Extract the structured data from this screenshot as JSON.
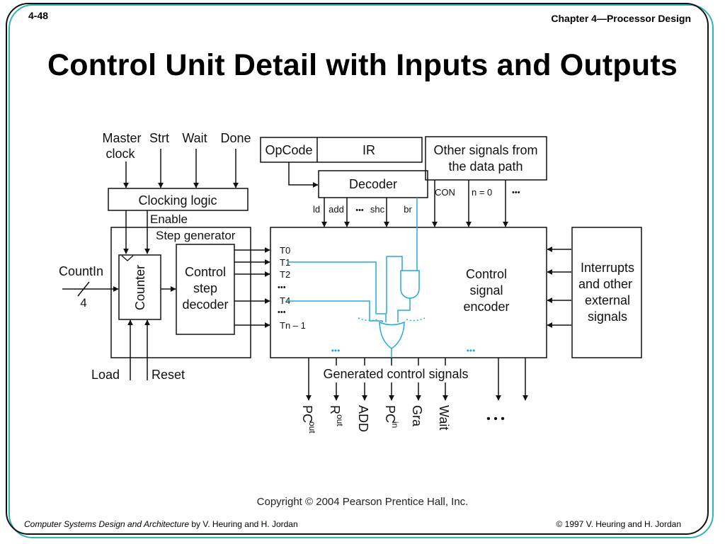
{
  "slide": {
    "number": "4-48",
    "chapter": "Chapter 4—Processor Design",
    "title": "Control Unit Detail with Inputs and Outputs",
    "copyright": "Copyright © 2004 Pearson Prentice Hall, Inc.",
    "footer_book": "Computer Systems Design and Architecture",
    "footer_authors": " by V. Heuring and H. Jordan",
    "footer_right": "© 1997 V. Heuring and H. Jordan"
  },
  "diagram": {
    "top_inputs": [
      "Master",
      "clock",
      "Strt",
      "Wait",
      "Done"
    ],
    "clocking_logic": "Clocking logic",
    "enable": "Enable",
    "step_generator": "Step generator",
    "count_in": "CountIn",
    "count_width": "4",
    "counter": "Counter",
    "control_step_decoder": [
      "Control",
      "step",
      "decoder"
    ],
    "load": "Load",
    "reset": "Reset",
    "opcode": "OpCode",
    "ir": "IR",
    "decoder": "Decoder",
    "decoder_outputs": [
      "ld",
      "add",
      "•••",
      "shc",
      "br"
    ],
    "other_signals": [
      "Other signals from",
      "the data path"
    ],
    "data_path_signals": [
      "CON",
      "n = 0",
      "•••"
    ],
    "time_steps": [
      "T0",
      "T1",
      "T2",
      "•••",
      "T4",
      "•••",
      "Tn – 1"
    ],
    "encoder": [
      "Control",
      "signal",
      "encoder"
    ],
    "interrupts": [
      "Interrupts",
      "and other",
      "external",
      "signals"
    ],
    "generated": "Generated control signals",
    "outputs": [
      {
        "main": "PC",
        "sub": "out"
      },
      {
        "main": "R",
        "sub": "out"
      },
      {
        "main": "ADD",
        "sub": ""
      },
      {
        "main": "PC",
        "sub": "in"
      },
      {
        "main": "Gra",
        "sub": ""
      },
      {
        "main": "Wait",
        "sub": ""
      }
    ],
    "outputs_more": "• • •",
    "encoder_dots": "•••"
  },
  "colors": {
    "frame_teal": "#2fb3b3",
    "wire_blue": "#29a8d8",
    "line_black": "#111111"
  }
}
